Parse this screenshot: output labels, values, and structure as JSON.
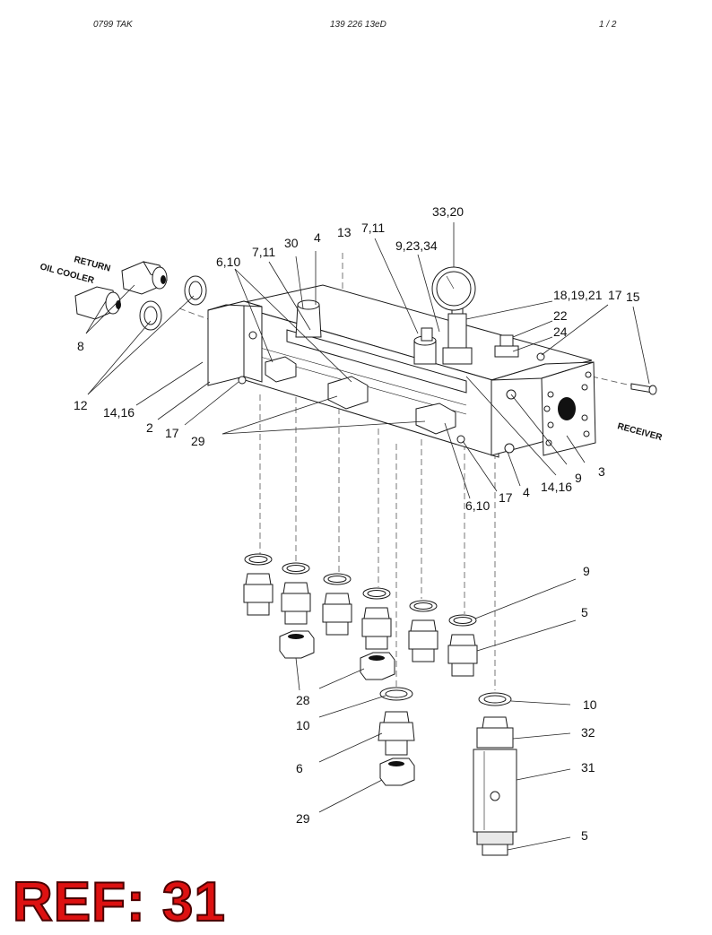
{
  "header": {
    "left": "0799   TAK",
    "center": "139 226 13eD",
    "right": "1 / 2"
  },
  "tags": {
    "return": "RETURN",
    "oil_cooler": "OIL COOLER",
    "receiver": "RECEIVER"
  },
  "callouts": [
    "33,20",
    "7,11",
    "4",
    "13",
    "30",
    "7,11",
    "6,10",
    "9,23,34",
    "18,19,21",
    "17",
    "15",
    "22",
    "24",
    "8",
    "12",
    "14,16",
    "2",
    "17",
    "29",
    "9",
    "3",
    "14,16",
    "4",
    "17",
    "6,10",
    "9",
    "5",
    "28",
    "10",
    "6",
    "29",
    "10",
    "32",
    "31",
    "5"
  ],
  "reference": "REF: 31"
}
